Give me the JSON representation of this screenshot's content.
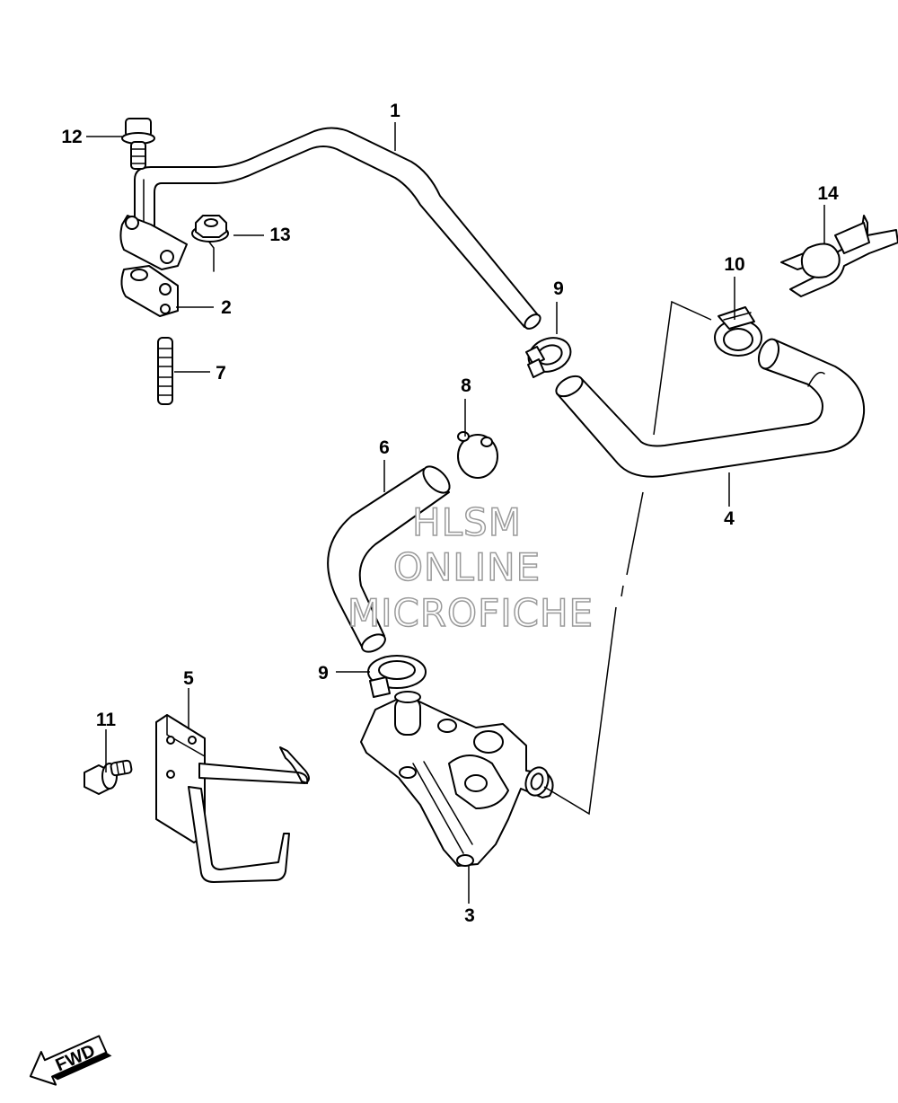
{
  "callouts": {
    "p1": "1",
    "p2": "2",
    "p3": "3",
    "p4": "4",
    "p5": "5",
    "p6": "6",
    "p7": "7",
    "p8": "8",
    "p9a": "9",
    "p9b": "9",
    "p10": "10",
    "p11": "11",
    "p12": "12",
    "p13": "13",
    "p14": "14"
  },
  "watermark": {
    "line1": "HLSM",
    "line2": "ONLINE",
    "line3": "MICROFICHE"
  },
  "direction": {
    "label": "FWD"
  }
}
